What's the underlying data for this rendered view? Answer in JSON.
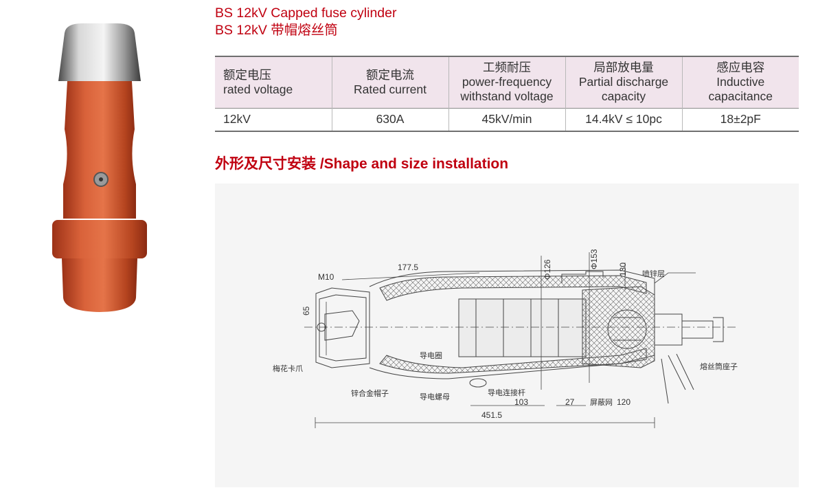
{
  "header": {
    "title_en": "BS 12kV Capped fuse cylinder",
    "title_cn": "BS 12kV 带帽熔丝筒"
  },
  "spec_table": {
    "columns": [
      {
        "cn": "额定电压",
        "en1": "rated voltage",
        "en2": ""
      },
      {
        "cn": "额定电流",
        "en1": "Rated current",
        "en2": ""
      },
      {
        "cn": "工频耐压",
        "en1": "power-frequency",
        "en2": "withstand voltage"
      },
      {
        "cn": "局部放电量",
        "en1": "Partial discharge",
        "en2": "capacity"
      },
      {
        "cn": "感应电容",
        "en1": "Inductive",
        "en2": "capacitance"
      }
    ],
    "row": [
      "12kV",
      "630A",
      "45kV/min",
      "14.4kV ≤ 10pc",
      "18±2pF"
    ]
  },
  "section": {
    "title": "外形及尺寸安装 /Shape and size installation"
  },
  "drawing": {
    "dims": {
      "d177": "177.5",
      "m10": "M10",
      "d65": "65",
      "phi126": "Φ126",
      "phi153": "Φ153",
      "d130": "130",
      "d103": "103",
      "d27": "27",
      "d120": "120",
      "d451": "451.5"
    },
    "labels": {
      "zinc_layer": "喷锌层",
      "plum_claw": "梅花卡爪",
      "conductive_ring": "导电圈",
      "zinc_cap": "锌合金帽子",
      "conductive_nut": "导电螺母",
      "conductive_rod": "导电连接杆",
      "shield_net": "屏蔽网",
      "fuse_socket": "熔丝筒座子"
    }
  },
  "colors": {
    "accent_red": "#c00010",
    "table_header_bg": "#f1e4ec",
    "body_orange": "#c9512f",
    "drawing_bg": "#f5f5f5"
  }
}
